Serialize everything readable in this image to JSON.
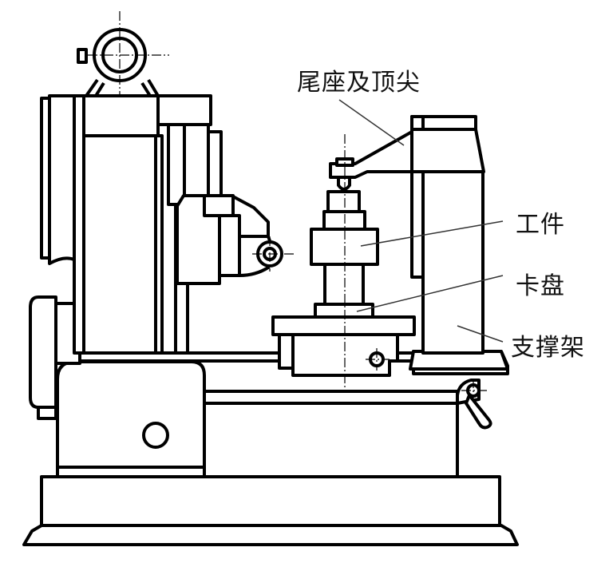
{
  "diagram": {
    "type": "mechanical-schematic",
    "labels": {
      "tailstock": "尾座及顶尖",
      "workpiece": "工件",
      "chuck": "卡盘",
      "support_frame": "支撑架"
    },
    "colors": {
      "line": "#000000",
      "background": "#ffffff",
      "text": "#111111"
    }
  }
}
